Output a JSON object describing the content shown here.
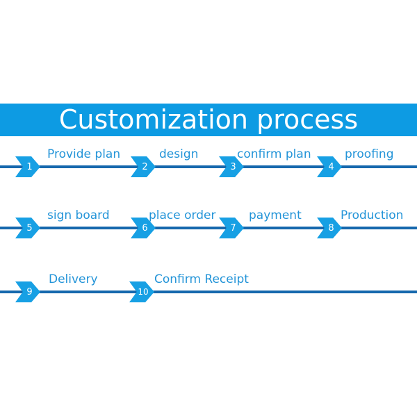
{
  "banner": {
    "title": "Customization process",
    "background_color": "#0d9be3",
    "text_color": "#ffffff"
  },
  "colors": {
    "line": "#1668ad",
    "marker": "#17a0e4",
    "label_text": "#2394d8",
    "marker_number": "#ffffff",
    "page_background": "#ffffff"
  },
  "flow": {
    "rows": [
      {
        "row_name": "flow-row-1",
        "steps": [
          {
            "number": "1",
            "label": "Provide plan"
          },
          {
            "number": "2",
            "label": "design"
          },
          {
            "number": "3",
            "label": "confirm plan"
          },
          {
            "number": "4",
            "label": "proofing"
          }
        ]
      },
      {
        "row_name": "flow-row-2",
        "steps": [
          {
            "number": "5",
            "label": "sign board"
          },
          {
            "number": "6",
            "label": "place order"
          },
          {
            "number": "7",
            "label": "payment"
          },
          {
            "number": "8",
            "label": "Production"
          }
        ]
      },
      {
        "row_name": "flow-row-3",
        "steps": [
          {
            "number": "9",
            "label": "Delivery"
          },
          {
            "number": "10",
            "label": "Confirm Receipt"
          }
        ]
      }
    ]
  }
}
